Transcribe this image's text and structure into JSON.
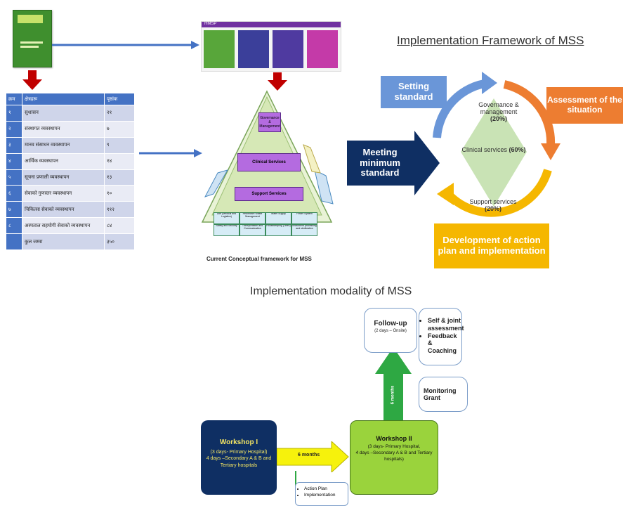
{
  "top_left": {
    "table": {
      "headers": [
        "क्रम",
        "क्षेत्रहरू",
        "पृष्ठांक"
      ],
      "rows": [
        [
          "१",
          "सुशासन",
          "२१"
        ],
        [
          "२",
          "संस्थागत व्यवस्थापन",
          "७"
        ],
        [
          "३",
          "मानव संसाधन व्यवस्थापन",
          "९"
        ],
        [
          "४",
          "आर्थिक व्यवस्थापन",
          "१४"
        ],
        [
          "५",
          "सूचना प्रणाली व्यवस्थापन",
          "१३"
        ],
        [
          "६",
          "सेवाको गुणस्तर व्यवस्थापन",
          "१०"
        ],
        [
          "७",
          "चिकित्सा सेवाको व्यवस्थापन",
          "११२"
        ],
        [
          "८",
          "अस्पताल सहयोगी सेवाको व्यवस्थापन",
          "८४"
        ]
      ],
      "total": [
        "",
        "कुल जम्मा",
        "३५०"
      ]
    }
  },
  "conceptual": {
    "banner": "HMSP",
    "caption": "Current Conceptual framework for MSS",
    "tiers": {
      "top": "Governance & Management",
      "middle": "Clinical Services",
      "bottom": "Support Services"
    },
    "base_boxes": [
      "Diet (Medical and Logistics)",
      "Healthcare Waste Management",
      "Water Supply",
      "Power System",
      "Safety and Security",
      "Transportation and Communication",
      "Housekeeping (Linen)",
      "Instrument processing and sterilization"
    ]
  },
  "framework": {
    "title": "Implementation Framework of MSS",
    "setting": "Setting standard",
    "assessment": "Assessment of the situation",
    "meeting": "Meeting minimum standard",
    "development": "Development of action plan and implementation",
    "governance": "Governance & management",
    "governance_pct": "(20%)",
    "clinical": "Clinical services",
    "clinical_pct": "(60%)",
    "support": "Support services",
    "support_pct": "(20%)",
    "colors": {
      "blue_light": "#6a96d8",
      "orange": "#ed7d31",
      "navy": "#0f2f63",
      "yellow": "#f5b700",
      "diamond": "#c9e3b5"
    }
  },
  "modality": {
    "title": "Implementation modality of MSS",
    "workshop1": {
      "title": "Workshop I",
      "lines": [
        "(3 days- Primary Hospital)",
        "4 days –Secondary A & B and",
        "Tertiary hospitals"
      ]
    },
    "six_months_1": "6 months",
    "workshop2": {
      "title": "Workshop II",
      "lines": [
        "(3 days- Primary Hospital,",
        "4 days –Secondary A & B and Tertiary",
        "hospitals)"
      ]
    },
    "six_months_2": "6 months",
    "followup": {
      "title": "Follow-up",
      "sub": "(2 days – Onsite)"
    },
    "followup_bullets": [
      "Self & joint assessment",
      "Feedback & Coaching"
    ],
    "monitoring": "Monitoring Grant",
    "action_bullets": [
      "Action Plan",
      "Implementation"
    ]
  }
}
